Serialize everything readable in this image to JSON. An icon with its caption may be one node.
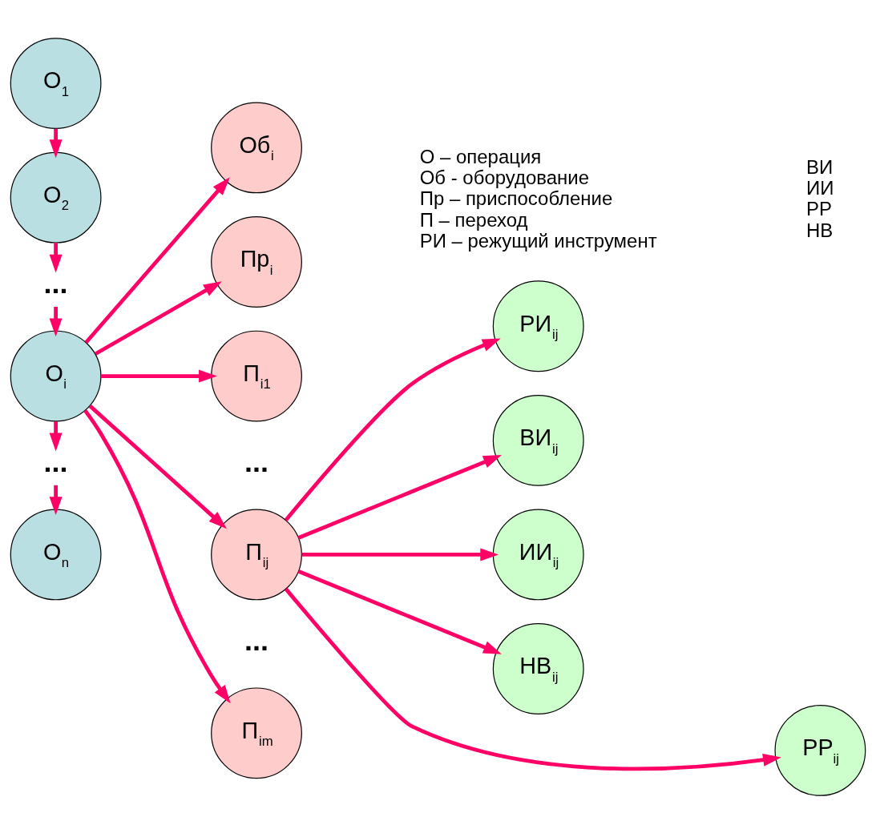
{
  "diagram": {
    "nodes": [
      {
        "text": [
          "О$_{1}$"
        ]
      },
      {
        "text": [
          "О$_{2}$"
        ]
      },
      {
        "text": [
          "..."
        ]
      },
      {
        "text": [
          "О$_{i}$"
        ]
      },
      {
        "text": [
          "..."
        ]
      },
      {
        "text": [
          "О$_{n}$"
        ]
      },
      {
        "text": [
          "Об$_{i}$"
        ]
      },
      {
        "text": [
          "Пр$_{i}$"
        ]
      },
      {
        "text": [
          "П$_{i1}$"
        ]
      },
      {
        "text": [
          "П$_{ij}$"
        ]
      },
      {
        "text": [
          "П$_{im}$"
        ]
      },
      {
        "text": [
          "РИ$_{ij}$"
        ]
      },
      {
        "text": [
          "ВИ$_{ij}$"
        ]
      },
      {
        "text": [
          "ИИ$_{ij}$"
        ]
      },
      {
        "text": [
          "НВ$_{ij}$"
        ]
      },
      {
        "text": [
          "РР$_{ij}$"
        ]
      }
    ],
    "edges": [
      {
        "from": 0,
        "to": 1,
        "arrow": "to"
      },
      {
        "from": 1,
        "to": 2,
        "arrow": "to"
      },
      {
        "from": 2,
        "to": 3,
        "arrow": "to"
      },
      {
        "from": 3,
        "to": 4,
        "arrow": "to"
      },
      {
        "from": 4,
        "to": 5,
        "arrow": "to"
      },
      {
        "from": 3,
        "to": 6,
        "arrow": "to"
      },
      {
        "from": 3,
        "to": 7,
        "arrow": "to"
      },
      {
        "from": 3,
        "to": 8,
        "arrow": "to"
      },
      {
        "from": 3,
        "to": 9,
        "arrow": "to"
      },
      {
        "from": 3,
        "to": 10,
        "arrow": "to"
      },
      {
        "from": 9,
        "to": 11,
        "arrow": "to"
      },
      {
        "from": 9,
        "to": 12,
        "arrow": "to"
      },
      {
        "from": 9,
        "to": 13,
        "arrow": "to"
      },
      {
        "from": 9,
        "to": 15,
        "arrow": "to"
      },
      {
        "from": 9,
        "to": 14,
        "arrow": "to"
      }
    ],
    "labels": [
      "О – операция",
      "Об - оборудование",
      "Пр – приспособление",
      "П – переход",
      "РИ – режущий инструмент",
      "ВИ",
      "ИИ",
      "РР",
      "НВ",
      "...",
      "..."
    ]
  }
}
